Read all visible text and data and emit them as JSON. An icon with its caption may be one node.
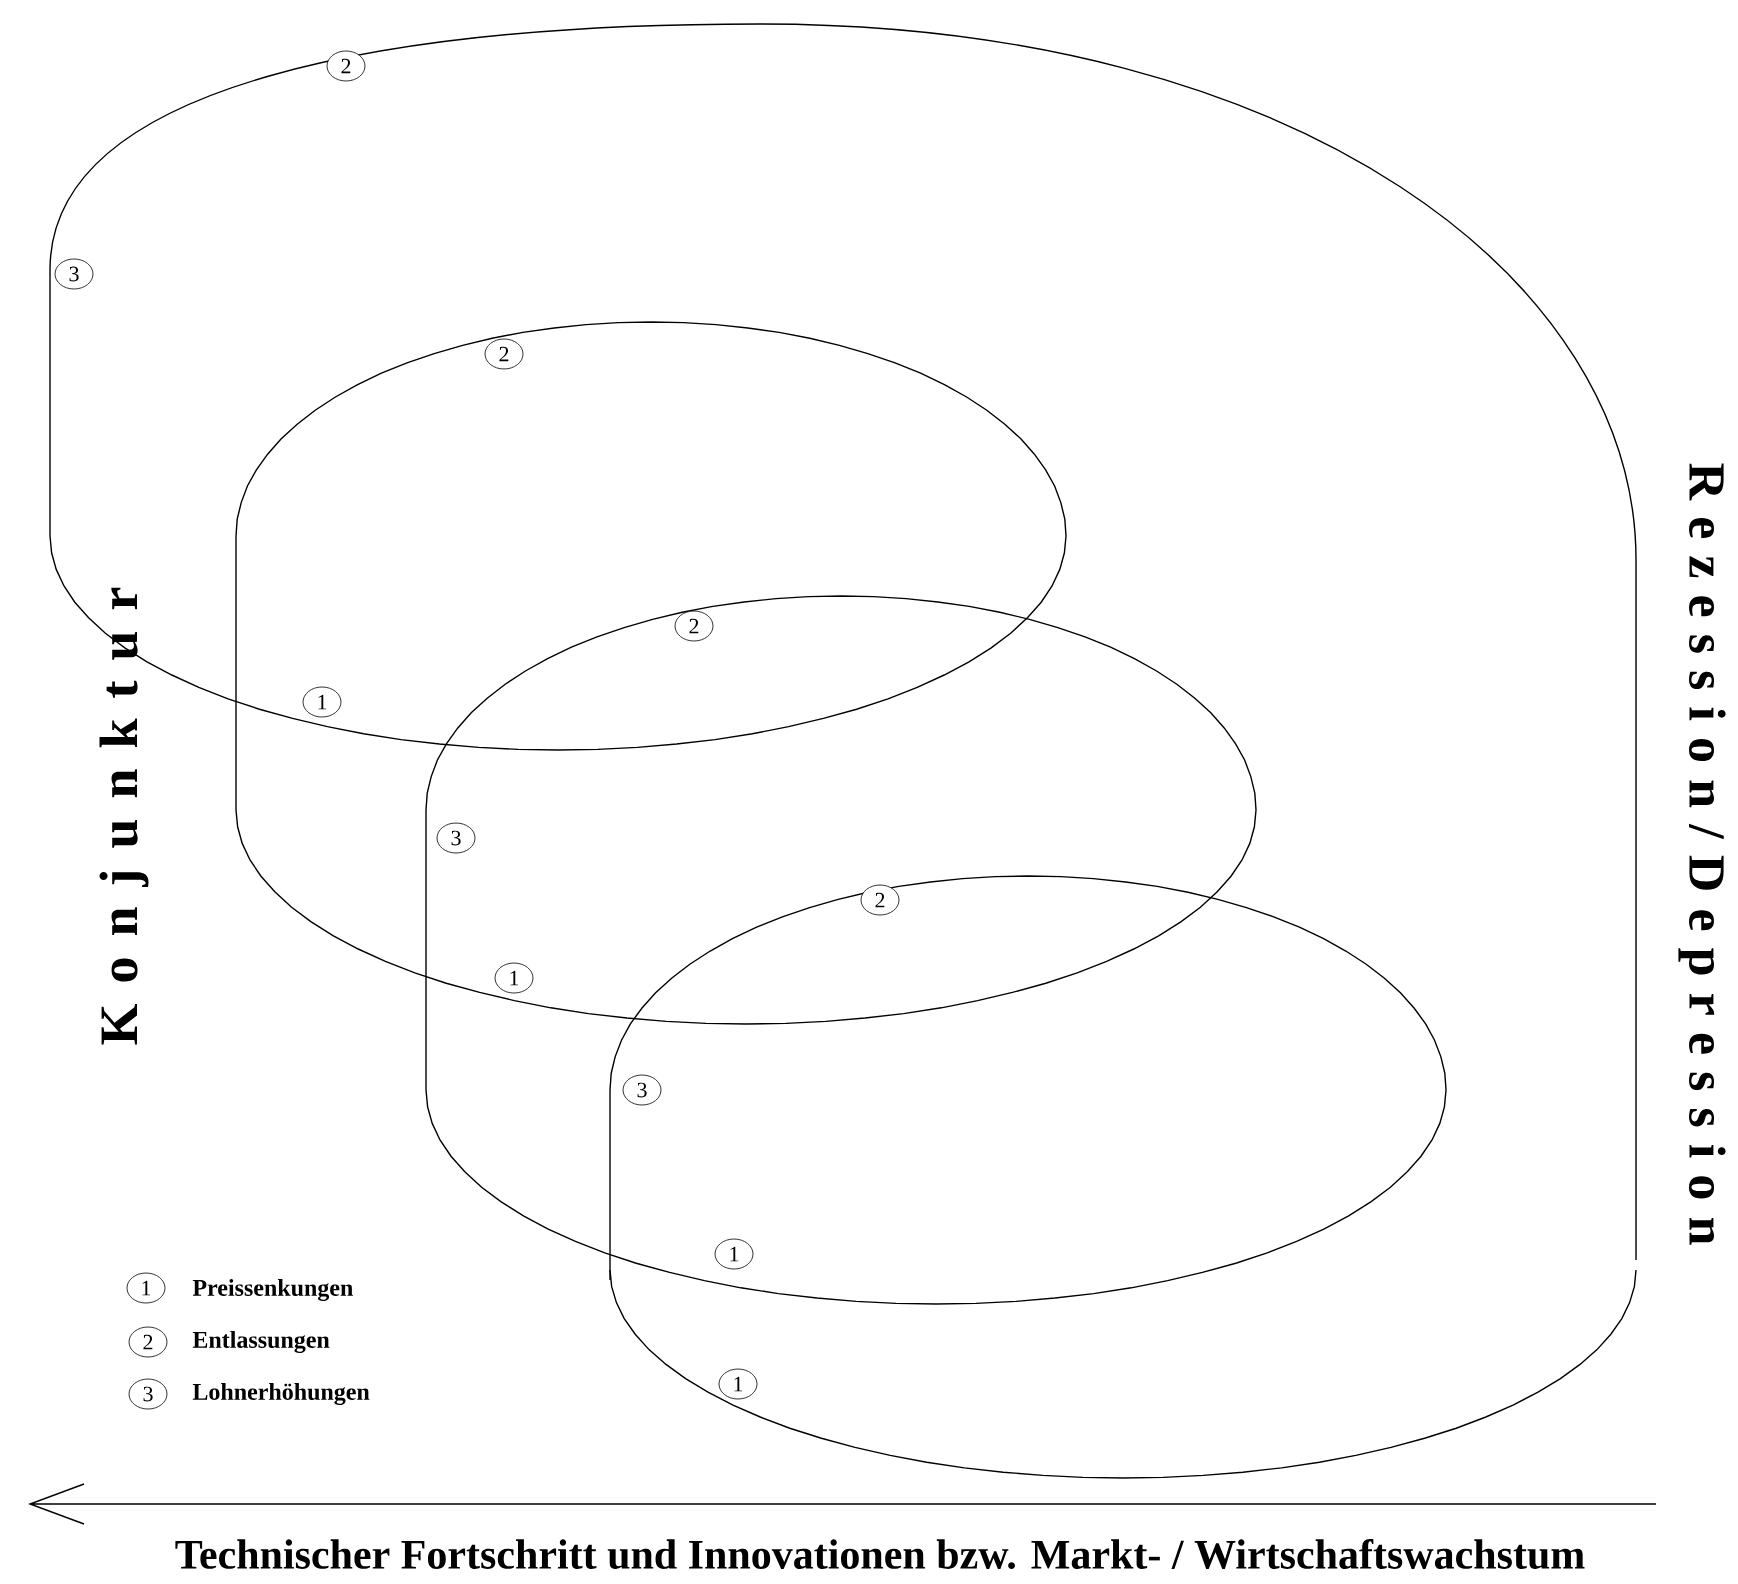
{
  "diagram": {
    "caption": "Technischer Fortschritt und Innovationen bzw. Markt- / Wirtschaftswachstum",
    "labels": [
      "2",
      "3",
      "2",
      "1",
      "2",
      "3",
      "1",
      "2",
      "3",
      "1",
      "1",
      "K o n j u n k t u r",
      "R e z e s s i o n / D e p r e s s i o n",
      "1",
      "2",
      "3"
    ],
    "legend": [
      {
        "text": "Preissenkungen"
      },
      {
        "text": "Entlassungen"
      },
      {
        "text": "Lohnerhöhungen"
      }
    ]
  }
}
